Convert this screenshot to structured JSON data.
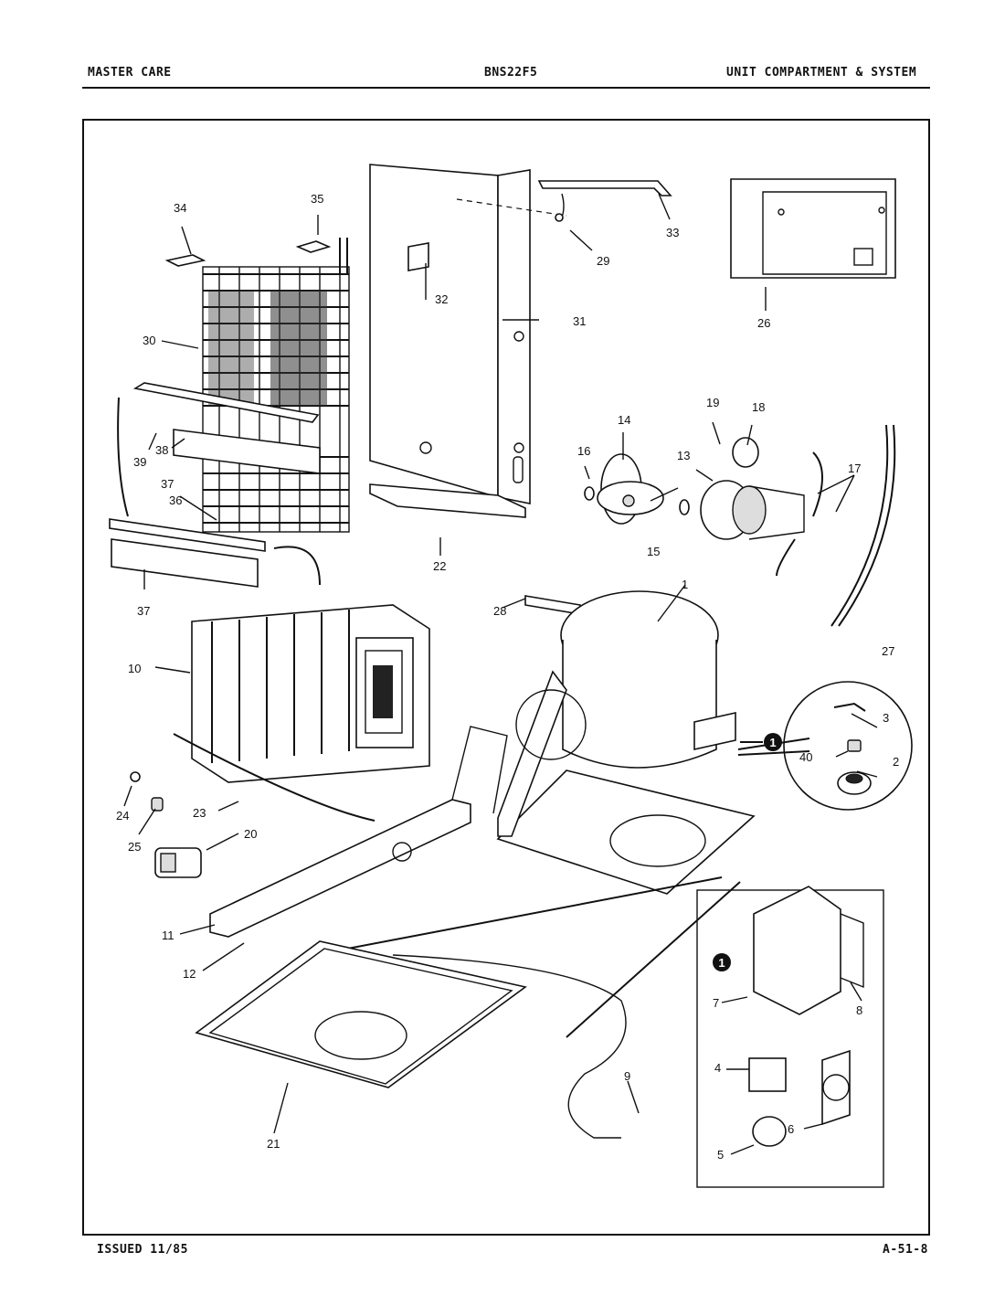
{
  "header": {
    "left": "MASTER CARE",
    "center": "BNS22F5",
    "right": "UNIT COMPARTMENT & SYSTEM"
  },
  "footer": {
    "left": "ISSUED 11/85",
    "right": "A-51-8"
  },
  "callouts": {
    "c1": "1",
    "c2": "2",
    "c3": "3",
    "c4": "4",
    "c5": "5",
    "c6": "6",
    "c7": "7",
    "c8": "8",
    "c9": "9",
    "c10": "10",
    "c11": "11",
    "c12": "12",
    "c13": "13",
    "c14": "14",
    "c15": "15",
    "c16": "16",
    "c17": "17",
    "c18": "18",
    "c19": "19",
    "c20": "20",
    "c21": "21",
    "c22": "22",
    "c23": "23",
    "c24": "24",
    "c25": "25",
    "c26": "26",
    "c27": "27",
    "c28": "28",
    "c29": "29",
    "c30": "30",
    "c31": "31",
    "c32": "32",
    "c33": "33",
    "c34": "34",
    "c35": "35",
    "c36": "36",
    "c37a": "37",
    "c37b": "37",
    "c38": "38",
    "c39": "39",
    "c40": "40",
    "refA": "1",
    "refB": "1"
  }
}
